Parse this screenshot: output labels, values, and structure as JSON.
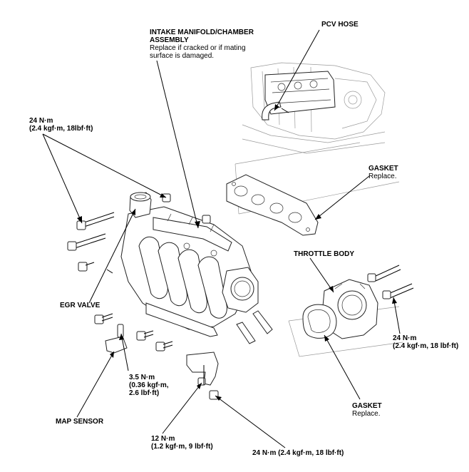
{
  "labels": {
    "intake_title": "INTAKE MANIFOLD/CHAMBER",
    "intake_title2": "ASSEMBLY",
    "intake_note1": "Replace if cracked or if mating",
    "intake_note2": "surface is damaged.",
    "pcv_hose": "PCV HOSE",
    "torque_24a_1": "24 N·m",
    "torque_24a_2": "(2.4 kgf·m, 18lbf·ft)",
    "gasket_top": "GASKET",
    "gasket_top_note": "Replace.",
    "throttle_body": "THROTTLE BODY",
    "egr_valve": "EGR VALVE",
    "torque_24b_1": "24 N·m",
    "torque_24b_2": "(2.4 kgf·m, 18 lbf·ft)",
    "torque_35_1": "3.5 N·m",
    "torque_35_2": "(0.36 kgf·m,",
    "torque_35_3": "2.6 lbf·ft)",
    "gasket_bottom": "GASKET",
    "gasket_bottom_note": "Replace.",
    "map_sensor": "MAP SENSOR",
    "torque_12_1": "12 N·m",
    "torque_12_2": "(1.2 kgf·m, 9 lbf·ft)",
    "torque_24c": "24 N·m (2.4 kgf·m, 18 lbf·ft)"
  }
}
